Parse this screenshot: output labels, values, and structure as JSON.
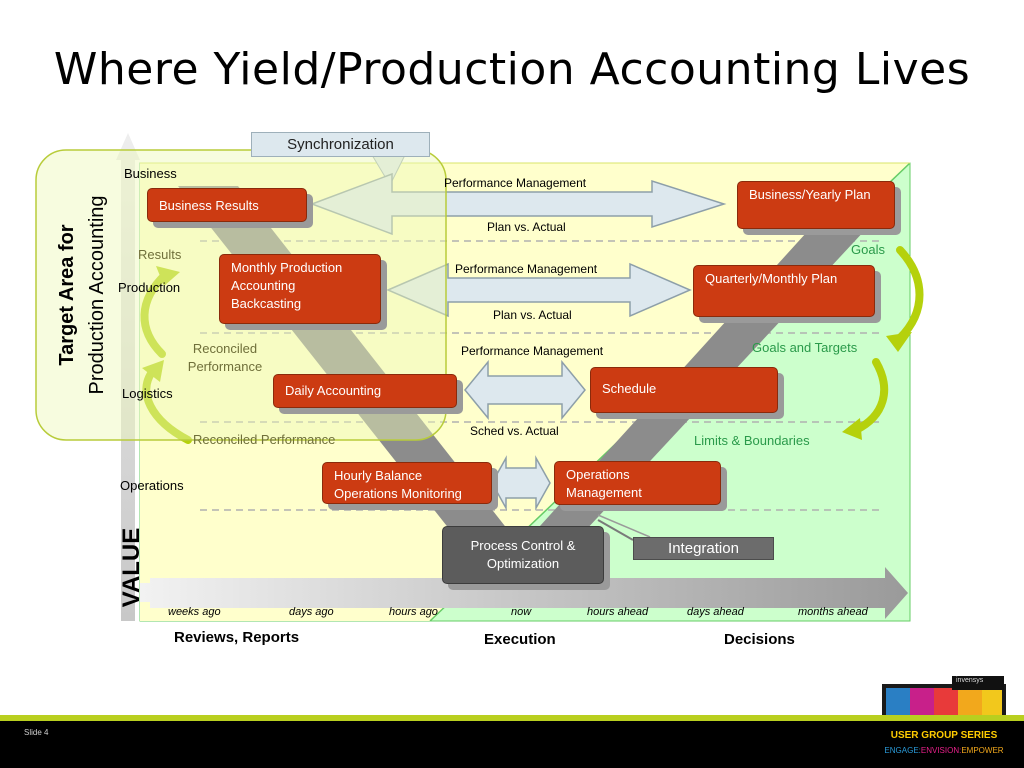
{
  "title": "Where Yield/Production Accounting Lives",
  "synchronization": "Synchronization",
  "target_area": {
    "line1": "Target Area for",
    "line2": "Production Accounting"
  },
  "value_label": "VALUE",
  "left_categories": [
    "Business",
    "Production",
    "Logistics",
    "Operations"
  ],
  "left_olive_labels": [
    "Results",
    "Reconciled Performance",
    "Reconciled Performance"
  ],
  "right_labels": [
    "Goals",
    "Goals and Targets",
    "Limits & Boundaries"
  ],
  "left_boxes": [
    "Business Results",
    "Monthly Production Accounting Backcasting",
    "Daily Accounting",
    "Hourly Balance Operations Monitoring"
  ],
  "right_boxes": [
    "Business/Yearly Plan",
    "Quarterly/Monthly Plan",
    "Schedule",
    "Operations Management"
  ],
  "center_box": "Process Control & Optimization",
  "integration": "Integration",
  "arrow_labels": [
    {
      "top": "Performance Management",
      "bottom": "Plan vs. Actual"
    },
    {
      "top": "Performance Management",
      "bottom": "Plan vs. Actual"
    },
    {
      "top": "Performance Management",
      "bottom": "Sched vs. Actual"
    }
  ],
  "timeline": [
    "weeks ago",
    "days ago",
    "hours ago",
    "now",
    "hours ahead",
    "days ahead",
    "months ahead"
  ],
  "bottom_labels": [
    "Reviews, Reports",
    "Execution",
    "Decisions"
  ],
  "footer": {
    "slide": "Slide 4",
    "logo_title": "USER GROUP SERIES",
    "logo_sub_1": "ENGAGE:",
    "logo_sub_2": "ENVISION:",
    "logo_sub_3": "EMPOWER",
    "logo_brand": "invensys"
  },
  "colors": {
    "box_red": "#cc3b12",
    "yellow_area": "#ffffcc",
    "green_area": "#ccffcc",
    "lime_arrow": "#b5d10c",
    "arrow_fill": "#dde8ee",
    "teal_text": "#2a9a4a",
    "olive_text": "#6f6f3a"
  }
}
